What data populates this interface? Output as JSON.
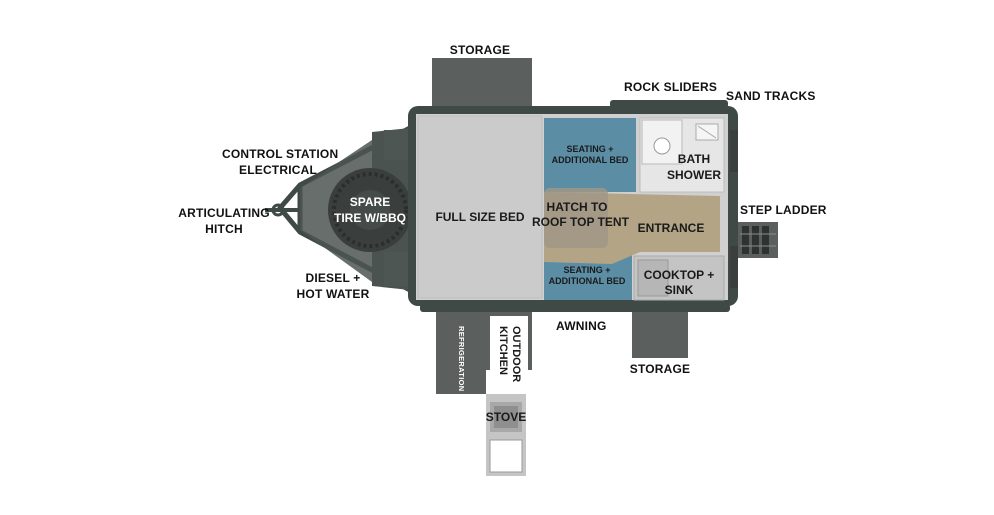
{
  "labels": {
    "storage_top": "STORAGE",
    "rock_sliders": "ROCK SLIDERS",
    "sand_tracks": "SAND TRACKS",
    "control_station_line1": "CONTROL STATION",
    "control_station_line2": "ELECTRICAL",
    "articulating_line1": "ARTICULATING",
    "articulating_line2": "HITCH",
    "spare_line1": "SPARE",
    "spare_line2": "TIRE W/BBQ",
    "diesel_line1": "DIESEL +",
    "diesel_line2": "HOT WATER",
    "full_size_bed": "FULL SIZE BED",
    "seating_top_line1": "SEATING +",
    "seating_top_line2": "ADDITIONAL BED",
    "seating_bottom_line1": "SEATING +",
    "seating_bottom_line2": "ADDITIONAL BED",
    "hatch_line1": "HATCH TO",
    "hatch_line2": "ROOF TOP TENT",
    "entrance": "ENTRANCE",
    "bath_line1": "BATH",
    "bath_line2": "SHOWER",
    "cooktop_line1": "COOKTOP +",
    "cooktop_line2": "SINK",
    "step_ladder": "STEP LADDER",
    "awning": "AWNING",
    "storage_bottom": "STORAGE",
    "refrigeration": "REFRIGERATION",
    "outdoor_line1": "OUTDOOR",
    "outdoor_line2": "KITCHEN",
    "stove": "STOVE"
  },
  "colors": {
    "frame": "#3f4a47",
    "frame_dark": "#2c3431",
    "storage_box": "#5b5f5e",
    "floor": "#d3d3d3",
    "bed": "#c8c8c8",
    "seating": "#5b8ea5",
    "entrance": "#b3a486",
    "bath": "#e6e6e6"
  }
}
